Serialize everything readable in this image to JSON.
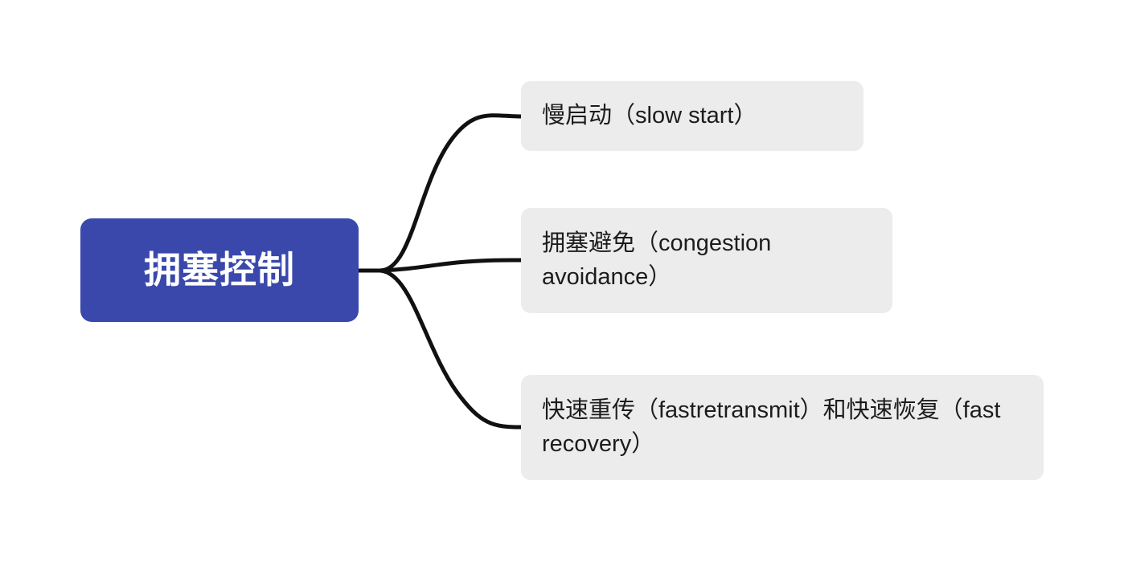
{
  "diagram": {
    "type": "mind-map",
    "title": "拥塞控制",
    "background_color": "#ffffff",
    "root": {
      "label": "拥塞控制",
      "fill_color": "#3a48ab",
      "text_color": "#ffffff"
    },
    "connector_color": "#111111",
    "children": [
      {
        "id": "slow-start",
        "label": "慢启动（slow start）",
        "fill_color": "#ececec",
        "text_color": "#1c1c1c"
      },
      {
        "id": "congestion-avoidance",
        "label": "拥塞避免（congestion avoidance）",
        "fill_color": "#ececec",
        "text_color": "#1c1c1c"
      },
      {
        "id": "fast-retransmit-recovery",
        "label": "快速重传（fastretransmit）和快速恢复（fast recovery）",
        "fill_color": "#ececec",
        "text_color": "#1c1c1c"
      }
    ]
  }
}
